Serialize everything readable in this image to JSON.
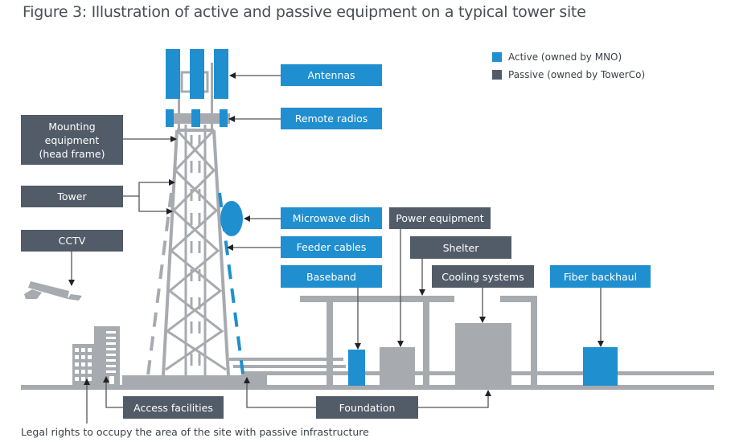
{
  "title": "Figure 3: Illustration of active and passive equipment on a typical tower site",
  "colors": {
    "active": "#1f8fd0",
    "passive": "#525c68",
    "structure": "#a7abb0",
    "arrow": "#222222"
  },
  "legend": [
    {
      "label": "Active (owned by MNO)",
      "category": "active"
    },
    {
      "label": "Passive (owned by TowerCo)",
      "category": "passive"
    }
  ],
  "labels": {
    "antennas": {
      "text": "Antennas",
      "category": "active"
    },
    "remote_radios": {
      "text": "Remote radios",
      "category": "active"
    },
    "mounting_equipment": {
      "text": "Mounting equipment (head frame)",
      "category": "passive"
    },
    "tower": {
      "text": "Tower",
      "category": "passive"
    },
    "cctv": {
      "text": "CCTV",
      "category": "passive"
    },
    "microwave_dish": {
      "text": "Microwave dish",
      "category": "active"
    },
    "feeder_cables": {
      "text": "Feeder cables",
      "category": "active"
    },
    "power_equipment": {
      "text": "Power equipment",
      "category": "passive"
    },
    "shelter": {
      "text": "Shelter",
      "category": "passive"
    },
    "baseband": {
      "text": "Baseband",
      "category": "active"
    },
    "cooling_systems": {
      "text": "Cooling systems",
      "category": "passive"
    },
    "fiber_backhaul": {
      "text": "Fiber backhaul",
      "category": "active"
    },
    "access_facilities": {
      "text": "Access facilities",
      "category": "passive"
    },
    "foundation": {
      "text": "Foundation",
      "category": "passive"
    }
  },
  "mounting_lines": [
    "Mounting",
    "equipment",
    "(head frame)"
  ],
  "footnote": "Legal rights to occupy the area of the site with passive infrastructure"
}
